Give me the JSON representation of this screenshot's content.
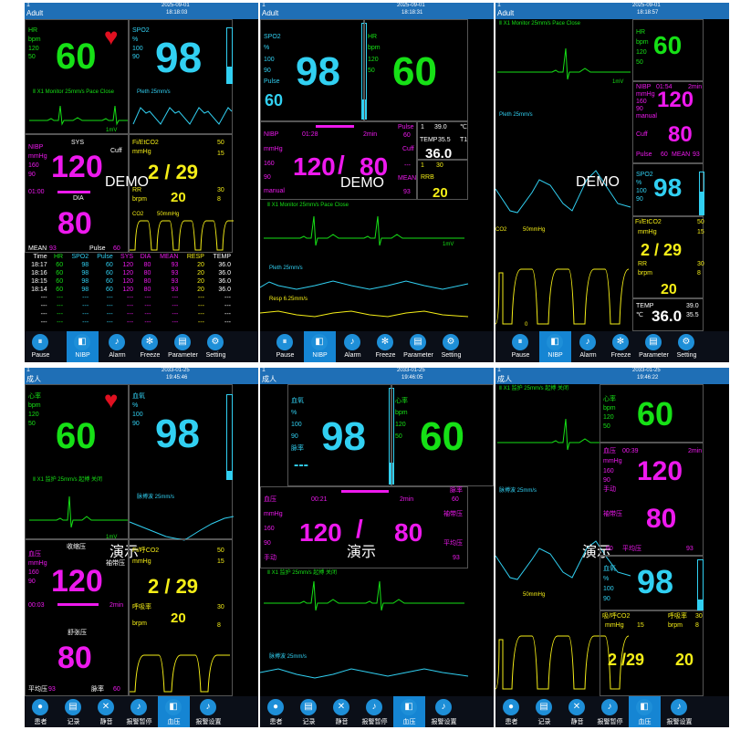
{
  "colors": {
    "hr": "#16e016",
    "spo2": "#31d0f2",
    "nibp": "#ee19ee",
    "resp": "#f5ee17",
    "toolbar_icon": "#1e8fd8",
    "header": "#1f6fb6"
  },
  "en": {
    "mode": "Adult",
    "one": "1",
    "p0": {
      "date": "2025-09-01",
      "time": "18:18:03"
    },
    "p1": {
      "date": "2025-09-01",
      "time": "18:18:31"
    },
    "p2": {
      "date": "2025-09-01",
      "time": "18:18:57"
    },
    "hr": {
      "label": "HR",
      "unit": "bpm",
      "hi": "120",
      "lo": "50",
      "value": "60"
    },
    "spo2": {
      "label": "SPO2",
      "unit": "%",
      "hi": "100",
      "lo": "90",
      "value": "98",
      "pulse_label": "Pulse",
      "pulse_value": "60"
    },
    "nibp": {
      "label": "NIBP",
      "unit": "mmHg",
      "hi": "160",
      "lo": "90",
      "sys_label": "SYS",
      "dia_label": "DIA",
      "sys": "120",
      "dia": "80",
      "slash": "/",
      "mean_label": "MEAN",
      "mean": "93",
      "pulse_label": "Pulse",
      "pulse": "60",
      "cuff": "Cuff",
      "time": "01:00",
      "time2": "01:28",
      "time3": "01:54",
      "interval": "2min",
      "manual": "manual",
      "pulse_small": "60",
      "dashes": "---"
    },
    "resp": {
      "label": "Fi/EtCO2",
      "unit": "mmHg",
      "hi": "50",
      "lo": "15",
      "value": "2 / 29",
      "rr_label": "RR",
      "rr_unit": "brpm",
      "rr_hi": "30",
      "rr_lo": "8",
      "rr": "20",
      "rrb": "RRB",
      "rrb_hi": "30"
    },
    "temp": {
      "label": "TEMP",
      "hi": "39.0",
      "lo": "35.5",
      "unit": "℃",
      "t1": "T1",
      "value": "36.0"
    },
    "wave": {
      "ecg": "Ⅱ  X1  Monitor  25mm/s  Pace  Close",
      "pleth": "Pleth  25mm/s",
      "resp": "Resp  6.25mm/s",
      "co2": "CO2",
      "co2_scale": "50mmHg",
      "mv": "1mV"
    },
    "demo": "DEMO",
    "trend": {
      "headers": [
        "Time",
        "HR",
        "SPO2",
        "Pulse",
        "SYS",
        "DIA",
        "MEAN",
        "RESP",
        "TEMP"
      ],
      "rows": [
        [
          "18:17",
          "60",
          "98",
          "60",
          "120",
          "80",
          "93",
          "20",
          "36.0"
        ],
        [
          "18:16",
          "60",
          "98",
          "60",
          "120",
          "80",
          "93",
          "20",
          "36.0"
        ],
        [
          "18:15",
          "60",
          "98",
          "60",
          "120",
          "80",
          "93",
          "20",
          "36.0"
        ],
        [
          "18:14",
          "60",
          "98",
          "60",
          "120",
          "80",
          "93",
          "20",
          "36.0"
        ],
        [
          "---",
          "---",
          "---",
          "---",
          "---",
          "---",
          "---",
          "---",
          "---"
        ],
        [
          "---",
          "---",
          "---",
          "---",
          "---",
          "---",
          "---",
          "---",
          "---"
        ],
        [
          "---",
          "---",
          "---",
          "---",
          "---",
          "---",
          "---",
          "---",
          "---"
        ],
        [
          "---",
          "---",
          "---",
          "---",
          "---",
          "---",
          "---",
          "---",
          "---"
        ]
      ]
    },
    "toolbar": [
      "Pause",
      "NIBP",
      "Alarm",
      "Freeze",
      "Parameter",
      "Setting"
    ]
  },
  "zh": {
    "mode": "成人",
    "one": "1",
    "p3": {
      "date": "2033-01-25",
      "time": "19:45:46"
    },
    "p4": {
      "date": "2033-01-25",
      "time": "19:46:05"
    },
    "p5": {
      "date": "2033-01-25",
      "time": "19:46:22"
    },
    "hr": {
      "label": "心率",
      "unit": "bpm",
      "hi": "120",
      "lo": "50",
      "value": "60"
    },
    "spo2": {
      "label": "血氧",
      "unit": "%",
      "hi": "100",
      "lo": "90",
      "value": "98",
      "pulse_label": "脉率",
      "pulse_value": "---"
    },
    "nibp": {
      "label": "血压",
      "unit": "mmHg",
      "hi": "160",
      "lo": "90",
      "sys_label": "收缩压",
      "dia_label": "舒张压",
      "sys": "120",
      "dia": "80",
      "slash": "/",
      "mean_label": "平均压",
      "mean": "93",
      "pulse_label": "脉率",
      "pulse": "60",
      "cuff": "袖带压",
      "time": "00:03",
      "time2": "00:21",
      "time3": "00:39",
      "interval": "2min",
      "manual": "手动",
      "pulse_small": "60"
    },
    "resp": {
      "label": "Fi/呼CO2",
      "label2": "吸/呼CO2",
      "unit": "mmHg",
      "hi": "50",
      "lo": "15",
      "value": "2 / 29",
      "value2": "2  /29",
      "rr_label": "呼吸率",
      "rr_unit": "brpm",
      "rr_hi": "30",
      "rr_lo": "8",
      "rr": "20"
    },
    "wave": {
      "ecg": "Ⅱ  X1  监护  25mm/s  起搏  关闭",
      "pleth": "脉搏波  25mm/s",
      "mv": "1mV",
      "co2_scale": "50mmHg"
    },
    "demo": "演示",
    "toolbar": [
      "患者",
      "记录",
      "静音",
      "报警暂停",
      "血压",
      "报警设置"
    ]
  }
}
